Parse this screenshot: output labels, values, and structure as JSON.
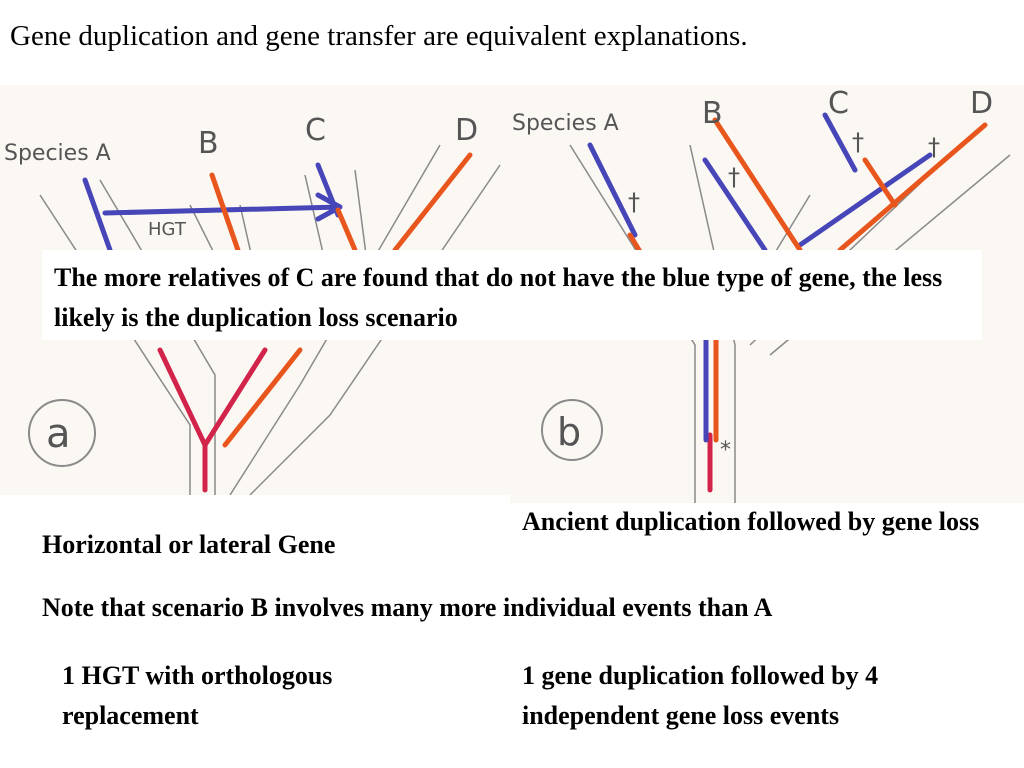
{
  "title": "Gene duplication and gene transfer are equivalent explanations.",
  "colors": {
    "blue": "#4646b8",
    "orange": "#e8561e",
    "red": "#d2234a",
    "pencil": "#8a8a8a",
    "paper": "#fbf7f3"
  },
  "panel_a": {
    "species_label": "Species A",
    "tips": [
      "B",
      "C",
      "D"
    ],
    "hgt_label": "HGT",
    "scenario_letter": "a"
  },
  "panel_b": {
    "species_label": "Species A",
    "tips": [
      "B",
      "C",
      "D"
    ],
    "loss_mark": "†",
    "duplication_mark": "*",
    "scenario_letter": "b"
  },
  "callout": "The more relatives of C are found that do not have the blue type of gene, the less likely is the duplication loss scenario",
  "label_a": "Horizontal or lateral Gene",
  "label_b": "Ancient duplication followed by gene loss",
  "note": "Note that scenario B involves many more individual events than A",
  "count_a": "1 HGT with orthologous replacement",
  "count_b": "1 gene duplication followed by 4 independent gene loss events"
}
